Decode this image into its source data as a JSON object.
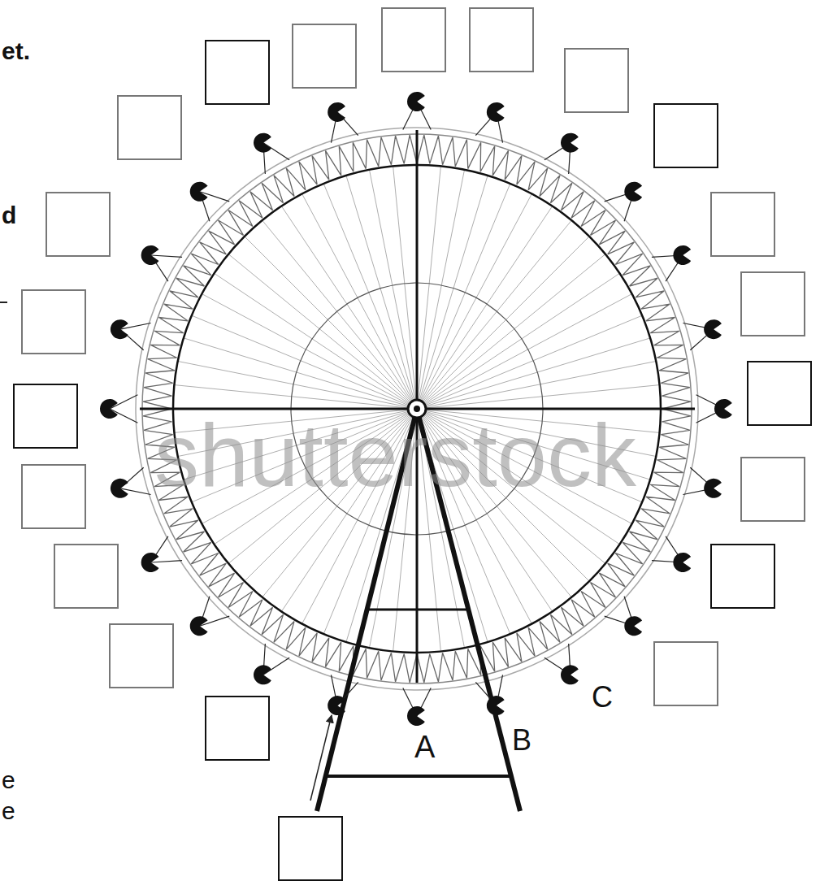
{
  "diagram": {
    "labels": [
      "et.",
      "d",
      "e",
      "e",
      "A",
      "B",
      "C",
      "shutterstock"
    ]
  }
}
